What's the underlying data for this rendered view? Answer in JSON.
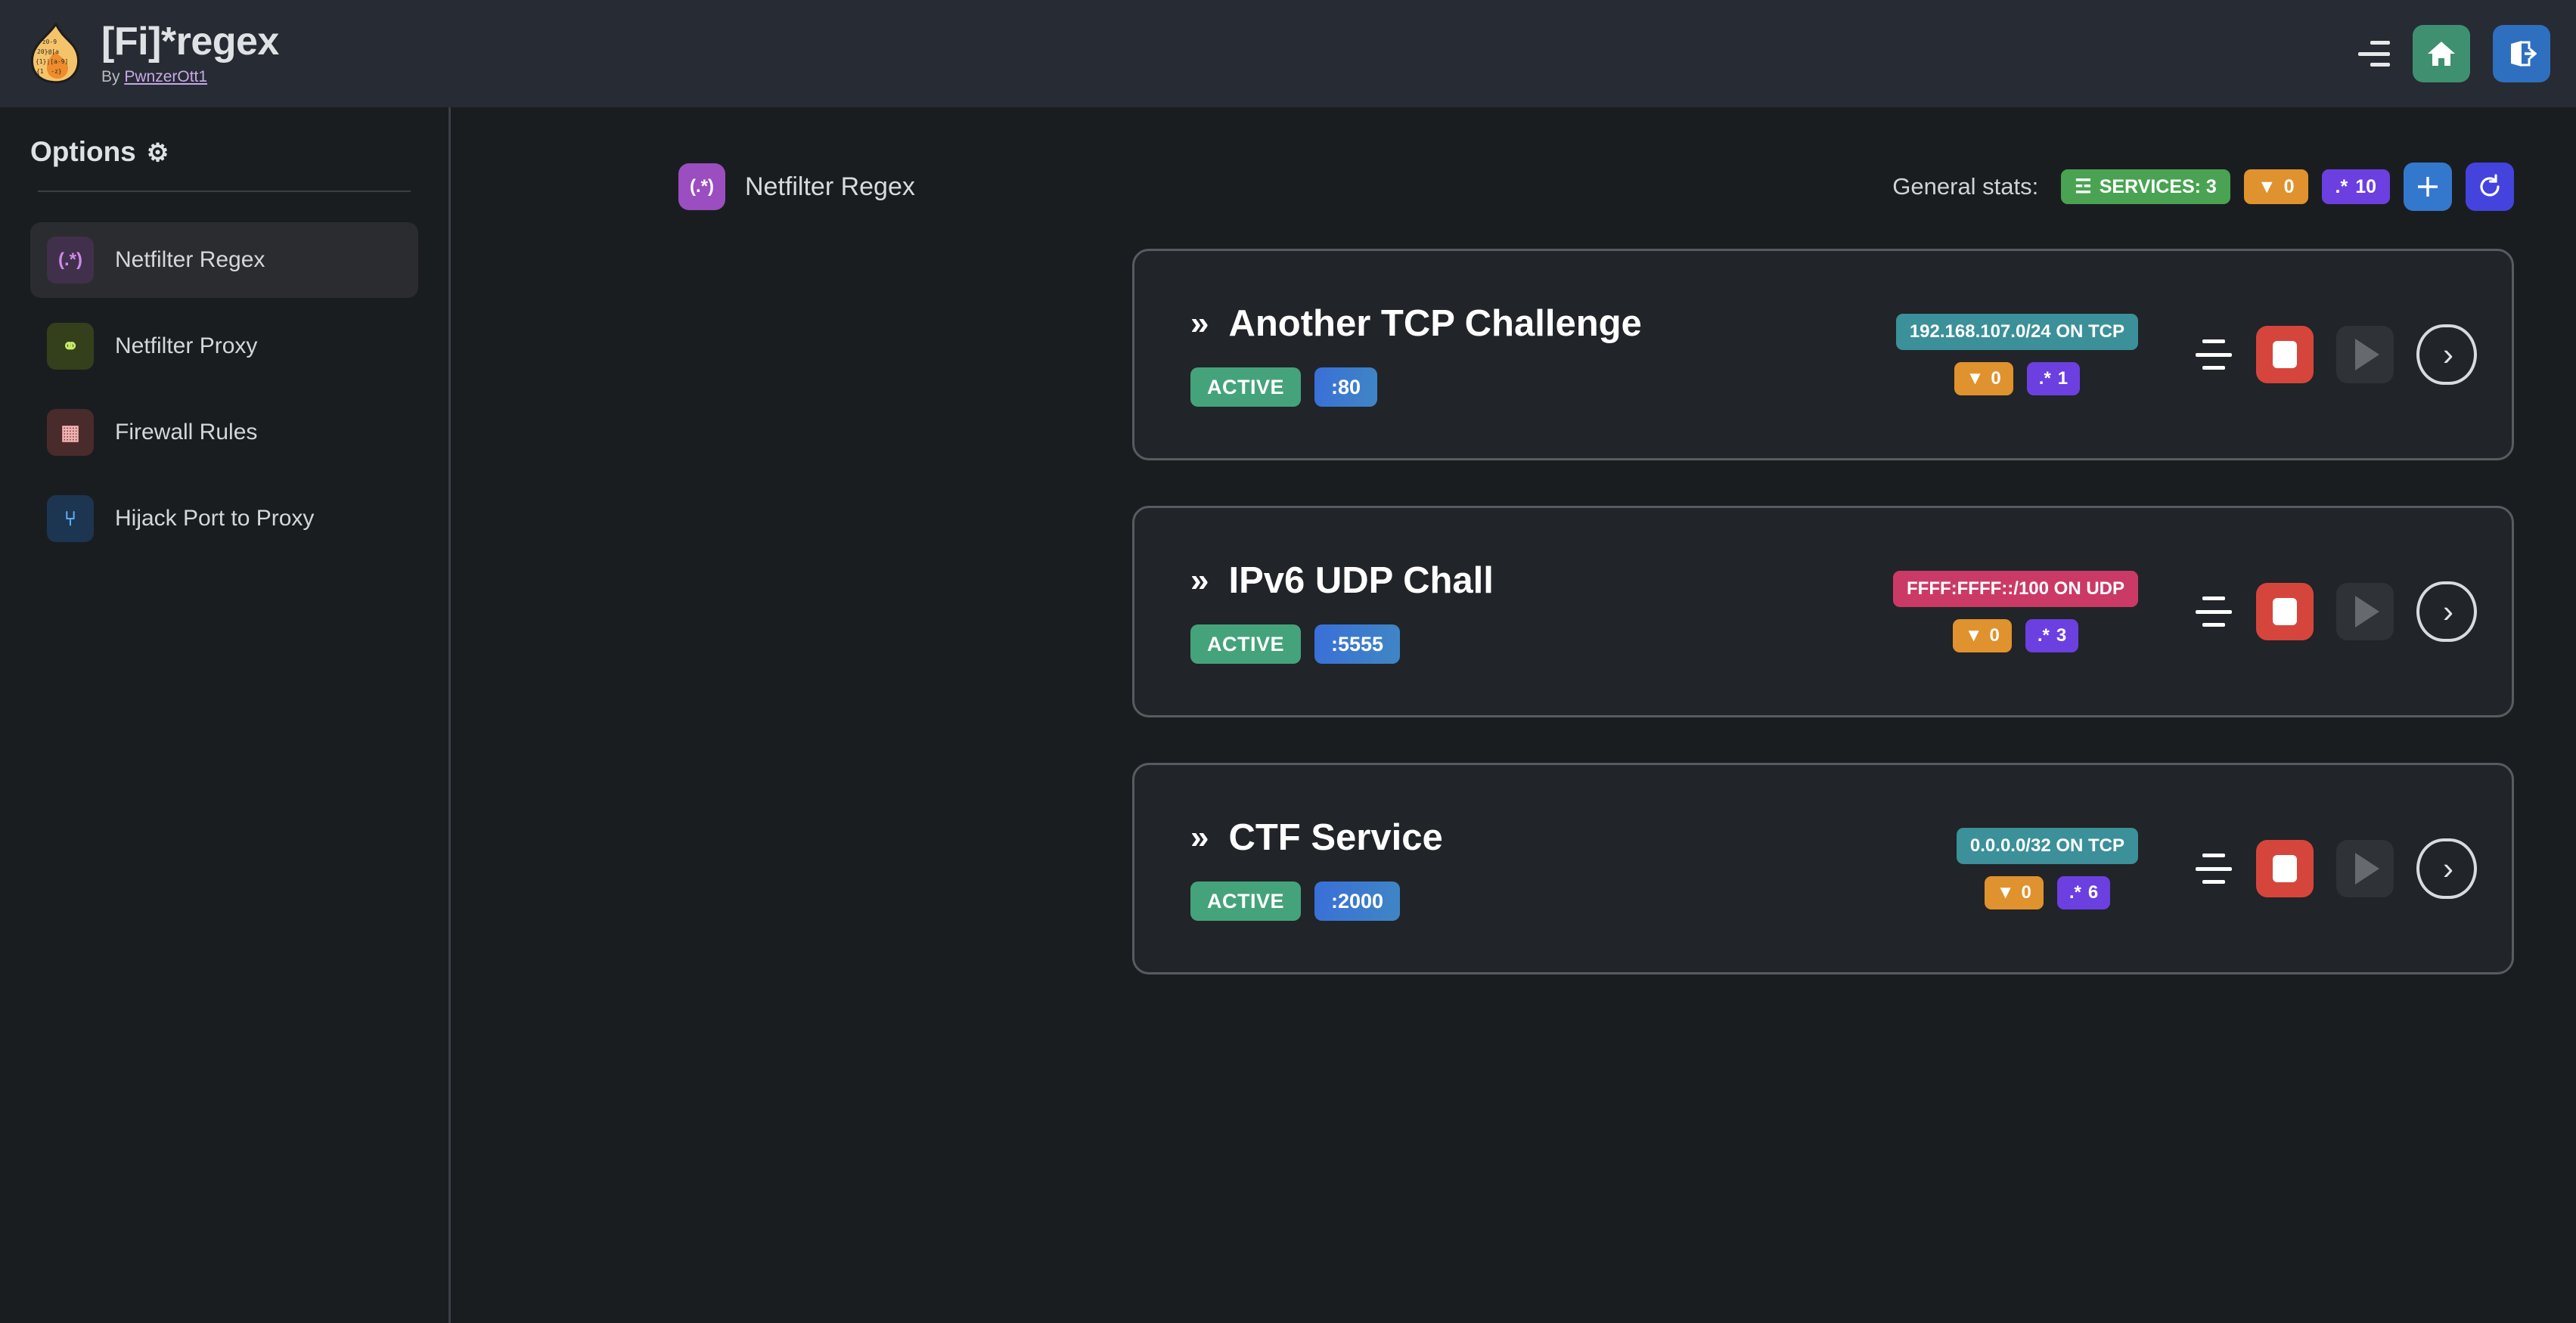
{
  "header": {
    "title": "[Fi]*regex",
    "by_prefix": "By ",
    "author": "PwnzerOtt1",
    "logo_icon": "flame-regex-logo",
    "menu_icon": "hamburger-menu-icon",
    "home_icon": "home-icon",
    "logout_icon": "logout-icon"
  },
  "sidebar": {
    "title": "Options",
    "gear_icon": "⚙",
    "items": [
      {
        "label": "Netfilter Regex",
        "icon": "(.*)",
        "icon_name": "regex-icon",
        "active": true
      },
      {
        "label": "Netfilter Proxy",
        "icon": "⚭",
        "icon_name": "link-icon",
        "active": false
      },
      {
        "label": "Firewall Rules",
        "icon": "▦",
        "icon_name": "brick-wall-icon",
        "active": false
      },
      {
        "label": "Hijack Port to Proxy",
        "icon": "⑂",
        "icon_name": "route-fork-icon",
        "active": false
      }
    ]
  },
  "main": {
    "section_icon": "(.*)",
    "section_title": "Netfilter Regex",
    "stats_label": "General stats:",
    "stats": [
      {
        "name": "services-count",
        "icon": "☲",
        "label": "SERVICES: 3"
      },
      {
        "name": "filters-count",
        "icon": "▼",
        "label": "0"
      },
      {
        "name": "regexes-count",
        "icon": ".*",
        "label": "10"
      }
    ],
    "add_icon": "+",
    "refresh_icon": "↻",
    "services": [
      {
        "chevron": "»",
        "name": "Another TCP Challenge",
        "status": "ACTIVE",
        "port": ":80",
        "network": "192.168.107.0/24 ON TCP",
        "network_proto": "tcp",
        "filters_icon": "▼",
        "filters": "0",
        "regex_icon": ".*",
        "regexes": "1",
        "menu_icon": "service-menu-icon",
        "stop_icon": "stop-icon",
        "play_icon": "play-icon",
        "detail_icon": "›"
      },
      {
        "chevron": "»",
        "name": "IPv6 UDP Chall",
        "status": "ACTIVE",
        "port": ":5555",
        "network": "FFFF:FFFF::/100 ON UDP",
        "network_proto": "udp",
        "filters_icon": "▼",
        "filters": "0",
        "regex_icon": ".*",
        "regexes": "3",
        "menu_icon": "service-menu-icon",
        "stop_icon": "stop-icon",
        "play_icon": "play-icon",
        "detail_icon": "›"
      },
      {
        "chevron": "»",
        "name": "CTF Service",
        "status": "ACTIVE",
        "port": ":2000",
        "network": "0.0.0.0/32 ON TCP",
        "network_proto": "tcp",
        "filters_icon": "▼",
        "filters": "0",
        "regex_icon": ".*",
        "regexes": "6",
        "menu_icon": "service-menu-icon",
        "stop_icon": "stop-icon",
        "play_icon": "play-icon",
        "detail_icon": "›"
      }
    ]
  },
  "colors": {
    "page_bg": "#1a1d20",
    "topbar_bg": "#272b33",
    "card_bg": "#212428",
    "card_border": "#585c60",
    "accent_green": "#45a37b",
    "accent_red": "#d6453c",
    "accent_orange": "#e0922e",
    "accent_purple": "#6c3fe0",
    "accent_teal": "#3b9099",
    "accent_pink": "#cb3a66",
    "accent_blue": "#3478ce",
    "accent_indigo": "#4543dd",
    "link": "#c7a9e8"
  }
}
